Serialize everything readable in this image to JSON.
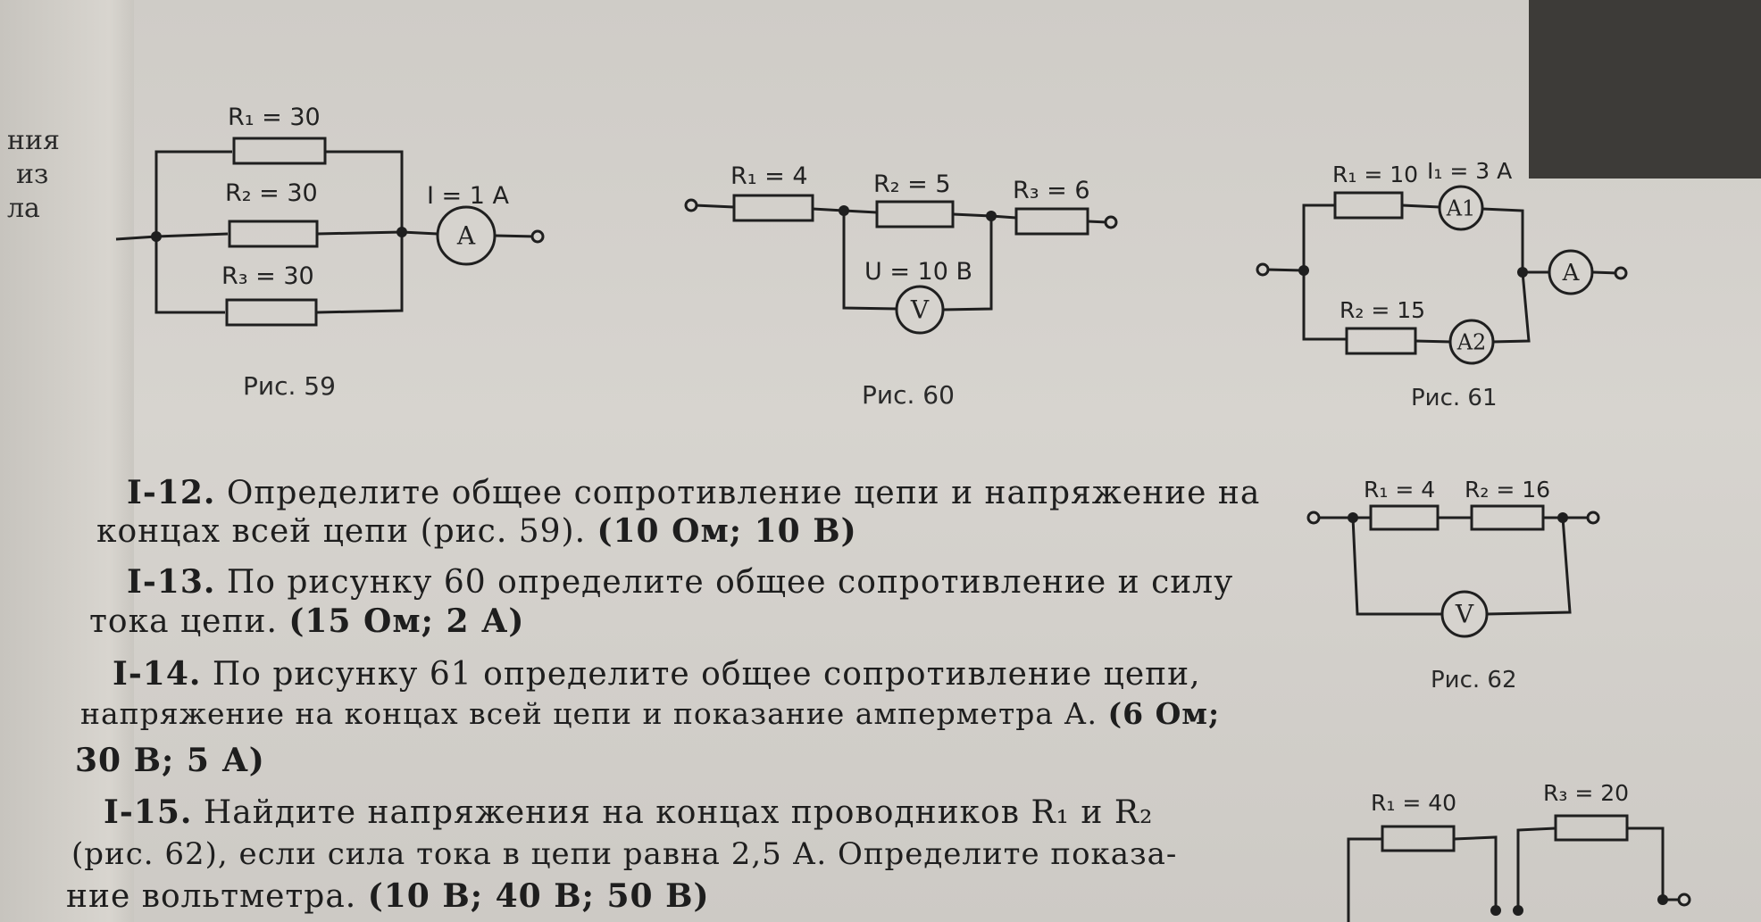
{
  "edge_fragments": [
    "ния",
    "из",
    "ла"
  ],
  "fig59": {
    "r1": "R₁ = 30",
    "r2": "R₂ = 30",
    "r3": "R₃ = 30",
    "current": "I = 1 A",
    "meter": "A",
    "caption": "Рис. 59"
  },
  "fig60": {
    "r1": "R₁ = 4",
    "r2": "R₂ = 5",
    "r3": "R₃ = 6",
    "voltage": "U = 10 B",
    "meter": "V",
    "caption": "Рис. 60"
  },
  "fig61": {
    "r1": "R₁ = 10",
    "i1": "I₁ = 3 A",
    "r2": "R₂ = 15",
    "meter_a1": "A1",
    "meter_a2": "A2",
    "meter_a": "A",
    "caption": "Рис. 61"
  },
  "fig62": {
    "r1": "R₁ = 4",
    "r2": "R₂ = 16",
    "meter": "V",
    "caption": "Рис. 62"
  },
  "fig63": {
    "r1": "R₁ = 40",
    "r3": "R₃ = 20"
  },
  "problems": [
    {
      "num": "I-12.",
      "line1": "Определите общее сопротивление цепи и напряжение на",
      "line2": "концах всей цепи (рис. 59).",
      "answer": "(10 Ом; 10 В)"
    },
    {
      "num": "I-13.",
      "line1": "По рисунку 60 определите общее сопротивление и силу",
      "line2": "тока цепи.",
      "answer": "(15 Ом; 2 А)"
    },
    {
      "num": "I-14.",
      "line1": "По рисунку 61 определите общее сопротивление цепи,",
      "line2": "напряжение на концах всей цепи и показание амперметра А.",
      "answer_a": "(6 Ом;",
      "answer_b": "30 В; 5 А)"
    },
    {
      "num": "I-15.",
      "line1": "Найдите напряжения на концах проводников R₁ и R₂",
      "line2": "если сила тока в цепи равна 2,5 А. Определите показа-",
      "line2_prefix": "(рис. 62),",
      "line3": "ние вольтметра.",
      "answer": "(10 В; 40 В; 50 В)"
    }
  ]
}
